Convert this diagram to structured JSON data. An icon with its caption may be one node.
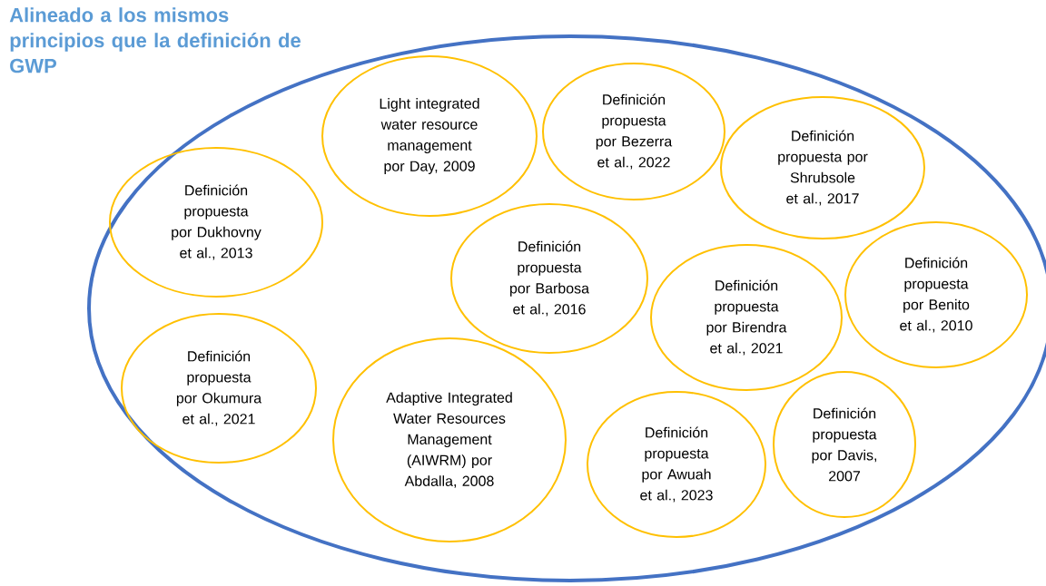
{
  "diagram": {
    "nodes": [
      {
        "text": [
          "Alineado a los mismos principios que la definición de GWP"
        ]
      },
      {
        "text": [
          "Light integrated water resource management por Day, 2009"
        ],
        "in": 0
      },
      {
        "text": [
          "Definición propuesta por Bezerra et al., 2022"
        ],
        "in": 0
      },
      {
        "text": [
          "Definición propuesta por Shrubsole et al., 2017"
        ],
        "in": 0
      },
      {
        "text": [
          "Definición propuesta por Dukhovny et al., 2013"
        ],
        "in": 0
      },
      {
        "text": [
          "Definición propuesta por Barbosa et al., 2016"
        ],
        "in": 0
      },
      {
        "text": [
          "Definición propuesta por Birendra et al., 2021"
        ],
        "in": 0
      },
      {
        "text": [
          "Definición propuesta por Benito et al., 2010"
        ],
        "in": 0
      },
      {
        "text": [
          "Definición propuesta por Okumura et al., 2021"
        ],
        "in": 0
      },
      {
        "text": [
          "Adaptive Integrated Water Resources Management (AIWRM) por Abdalla, 2008"
        ],
        "in": 0
      },
      {
        "text": [
          "Definición propuesta por Awuah et al., 2023"
        ],
        "in": 0
      },
      {
        "text": [
          "Definición propuesta por Davis, 2007"
        ],
        "in": 0
      }
    ]
  }
}
